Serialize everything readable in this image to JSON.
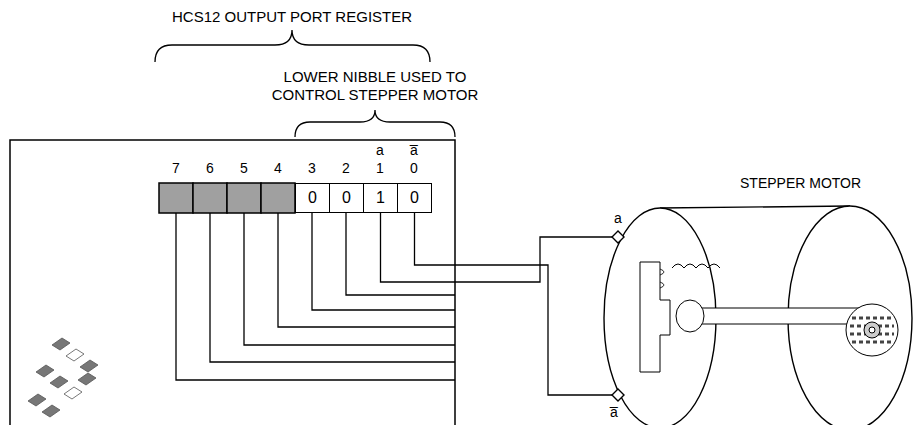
{
  "diagram": {
    "nodes": [
      {
        "text": [
          "0"
        ]
      },
      {
        "text": [
          "0"
        ]
      },
      {
        "text": [
          "1"
        ]
      },
      {
        "text": [
          "0"
        ]
      },
      {
        "text": [
          "STEPPER MOTOR"
        ]
      }
    ],
    "edges": [
      {
        "from": 2,
        "to": 4,
        "arrow": "none"
      },
      {
        "from": 3,
        "to": 4,
        "arrow": "none"
      }
    ],
    "labels": [
      "HCS12 OUTPUT PORT REGISTER",
      "LOWER NIBBLE USED TO CONTROL STEPPER MOTOR",
      "7",
      "6",
      "5",
      "4",
      "3",
      "2",
      "1",
      "0",
      "a",
      "a̅",
      "a",
      "a̅"
    ]
  }
}
